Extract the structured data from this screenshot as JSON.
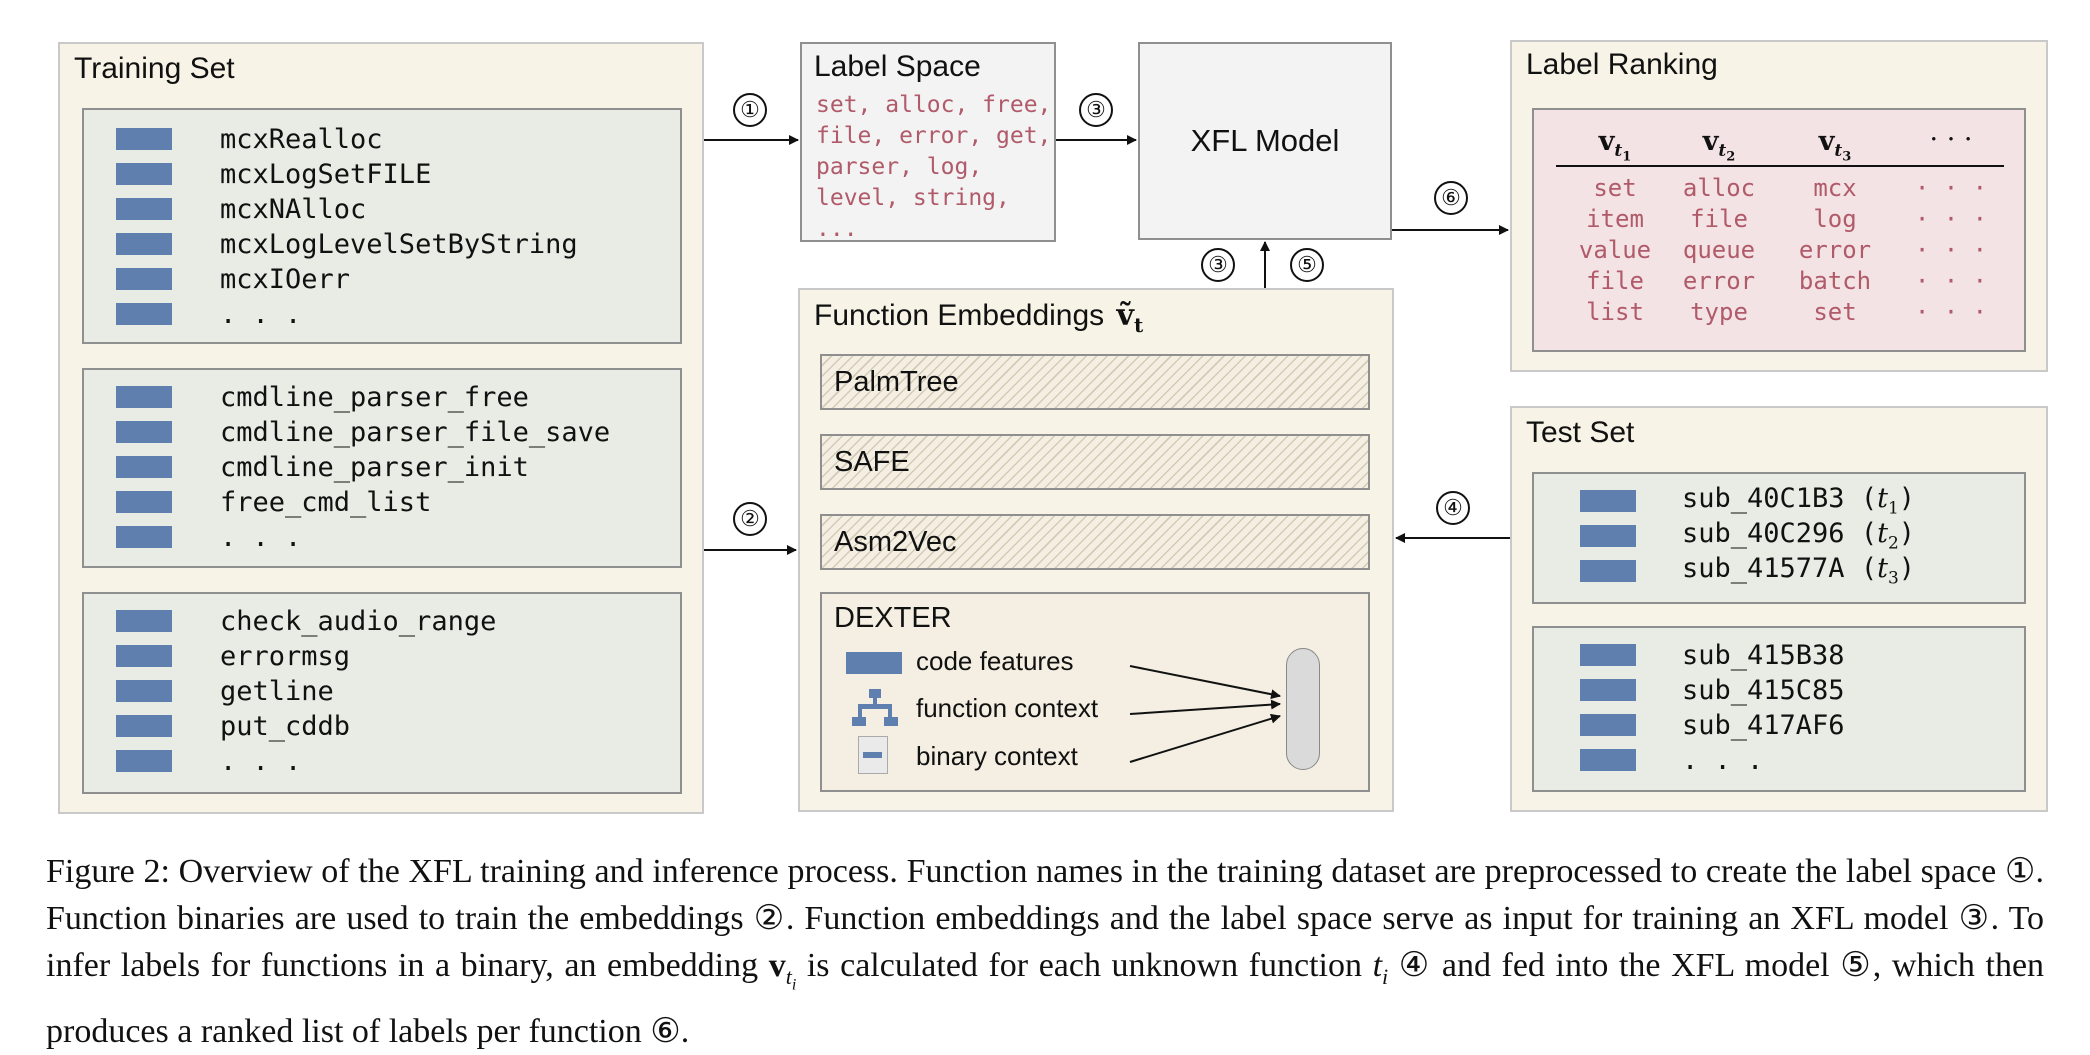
{
  "training_set": {
    "title": "Training Set",
    "groups": [
      {
        "items": [
          "mcxRealloc",
          "mcxLogSetFILE",
          "mcxNAlloc",
          "mcxLogLevelSetByString",
          "mcxIOerr",
          ". . ."
        ]
      },
      {
        "items": [
          "cmdline_parser_free",
          "cmdline_parser_file_save",
          "cmdline_parser_init",
          "free_cmd_list",
          ". . ."
        ]
      },
      {
        "items": [
          "check_audio_range",
          "errormsg",
          "getline",
          "put_cddb",
          ". . ."
        ]
      }
    ]
  },
  "label_space": {
    "title": "Label Space",
    "lines": [
      "set, alloc, free,",
      "file, error, get,",
      "parser, log,",
      "level, string,",
      "..."
    ]
  },
  "xfl_model": {
    "title": "XFL Model"
  },
  "function_embeddings": {
    "title": "Function Embeddings",
    "symbol": "ṽ",
    "subscript": "t",
    "methods": [
      "PalmTree",
      "SAFE",
      "Asm2Vec"
    ],
    "dexter": {
      "title": "DEXTER",
      "features": [
        "code features",
        "function context",
        "binary context"
      ]
    }
  },
  "label_ranking": {
    "title": "Label Ranking",
    "headers": [
      "v",
      "v",
      "v",
      "· · ·"
    ],
    "header_subs": [
      "t",
      "t",
      "t"
    ],
    "header_subsubs": [
      "1",
      "2",
      "3"
    ],
    "rows": [
      [
        "set",
        "alloc",
        "mcx",
        "· · ·"
      ],
      [
        "item",
        "file",
        "log",
        "· · ·"
      ],
      [
        "value",
        "queue",
        "error",
        "· · ·"
      ],
      [
        "file",
        "error",
        "batch",
        "· · ·"
      ],
      [
        "list",
        "type",
        "set",
        "· · ·"
      ]
    ]
  },
  "test_set": {
    "title": "Test Set",
    "groups": [
      {
        "items": [
          "sub_40C1B3",
          "sub_40C296",
          "sub_41577A"
        ],
        "tags": [
          "t",
          "t",
          "t"
        ],
        "tag_subs": [
          "1",
          "2",
          "3"
        ]
      },
      {
        "items": [
          "sub_415B38",
          "sub_415C85",
          "sub_417AF6",
          ". . ."
        ]
      }
    ]
  },
  "steps": [
    "①",
    "②",
    "③",
    "③",
    "⑤",
    "④",
    "⑥"
  ],
  "caption": {
    "prefix": "Figure 2:",
    "part1": "Overview of the XFL training and inference process. Function names in the training dataset are preprocessed to create the label space",
    "s1": "①",
    "part2": ". Function binaries are used to train the embeddings",
    "s2": "②",
    "part3": ". Function embeddings and the label space serve as input for training an XFL model",
    "s3": "③",
    "part4": ". To infer labels for functions in a binary, an embedding",
    "vec": "v",
    "vec_sub": "t",
    "vec_subsub": "i",
    "part5": "is calculated for each unknown function",
    "fn": "t",
    "fn_sub": "i",
    "s4": "④",
    "part6": "and fed into the XFL model",
    "s5": "⑤",
    "part7": ", which then produces a ranked list of labels per function",
    "s6": "⑥",
    "part8": "."
  },
  "colors": {
    "panel": "#f7f3e6",
    "subbox": "#e9ece4",
    "bar": "#5f7fae",
    "label_text": "#b05a6a",
    "ranking_box": "#f3e3e4"
  }
}
